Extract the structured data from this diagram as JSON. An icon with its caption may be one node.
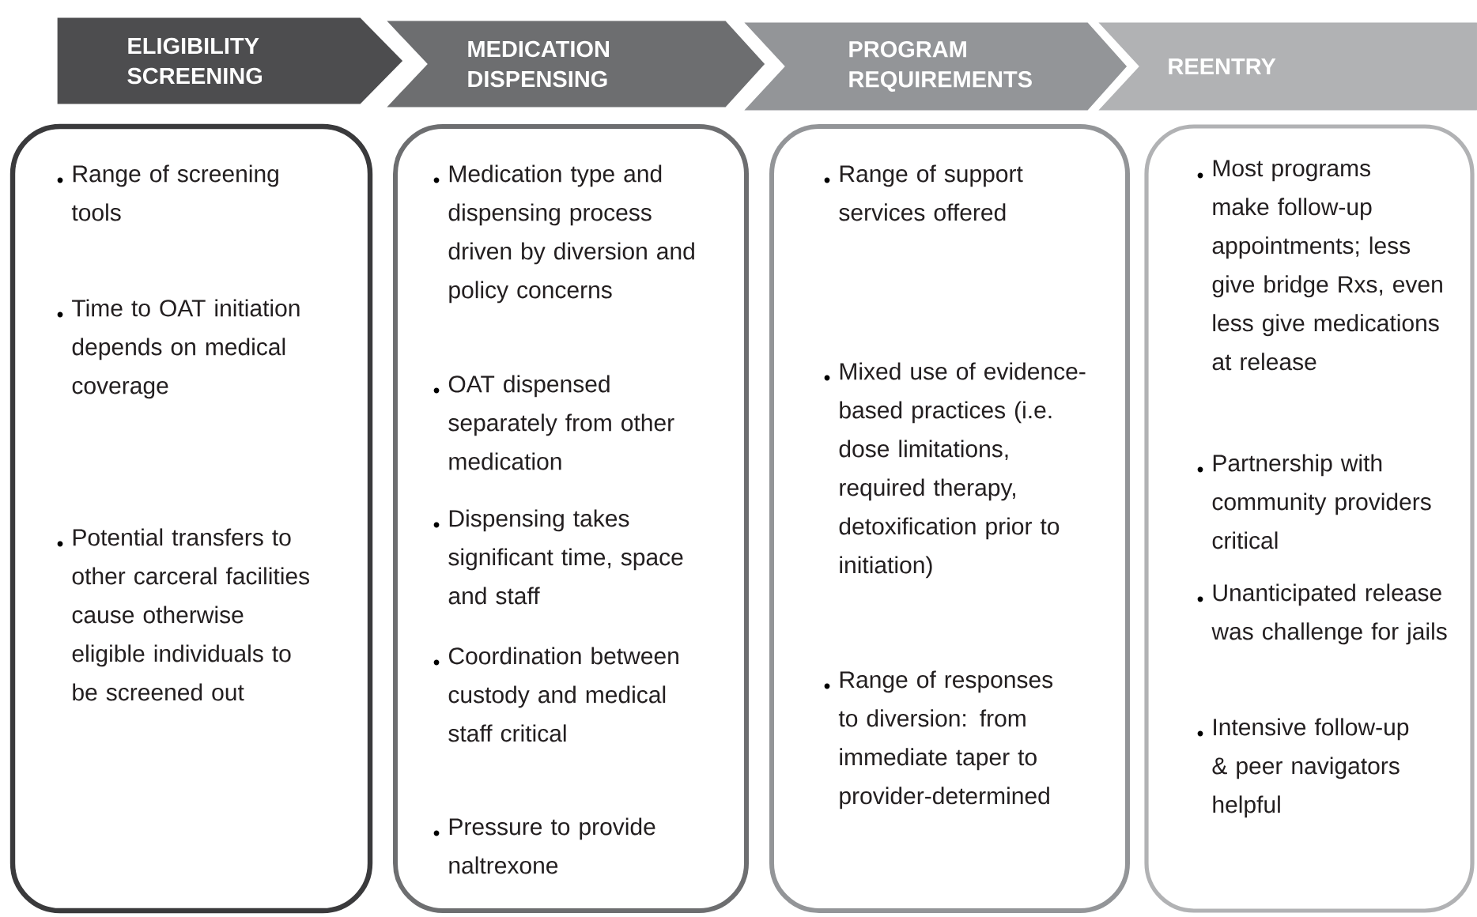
{
  "diagram": {
    "nodes": [
      {
        "text": [
          "ELIGIBILITY SCREENING"
        ]
      },
      {
        "text": [
          "MEDICATION DISPENSING"
        ]
      },
      {
        "text": [
          "PROGRAM REQUIREMENTS"
        ]
      },
      {
        "text": [
          "REENTRY"
        ]
      },
      {
        "text": [
          "Range of screening tools",
          "Time to OAT initiation  depends on medical coverage",
          "Potential transfers to other carceral facilities cause otherwise eligible individuals to be screened out"
        ]
      },
      {
        "text": [
          "Medication type and dispensing process driven by diversion  and policy concerns",
          "OAT dispensed separately from other medication",
          "Dispensing takes significant time, space and staff",
          "Coordination between custody and medical staff critical",
          "Pressure to provide naltrexone"
        ]
      },
      {
        "text": [
          "Range of support services offered",
          "Mixed use of evidence-based practices (i.e. dose limitations, required therapy, detoxification prior to initiation)",
          "Range of responses to diversion: from immediate taper to provider-determined"
        ]
      },
      {
        "text": [
          "Most programs make follow-up appointments; less give bridge Rxs, even less give medications at release",
          "Partnership with community providers critical",
          "Unanticipated release was challenge for jails",
          "Intensive follow-up & peer navigators helpful"
        ]
      }
    ]
  }
}
